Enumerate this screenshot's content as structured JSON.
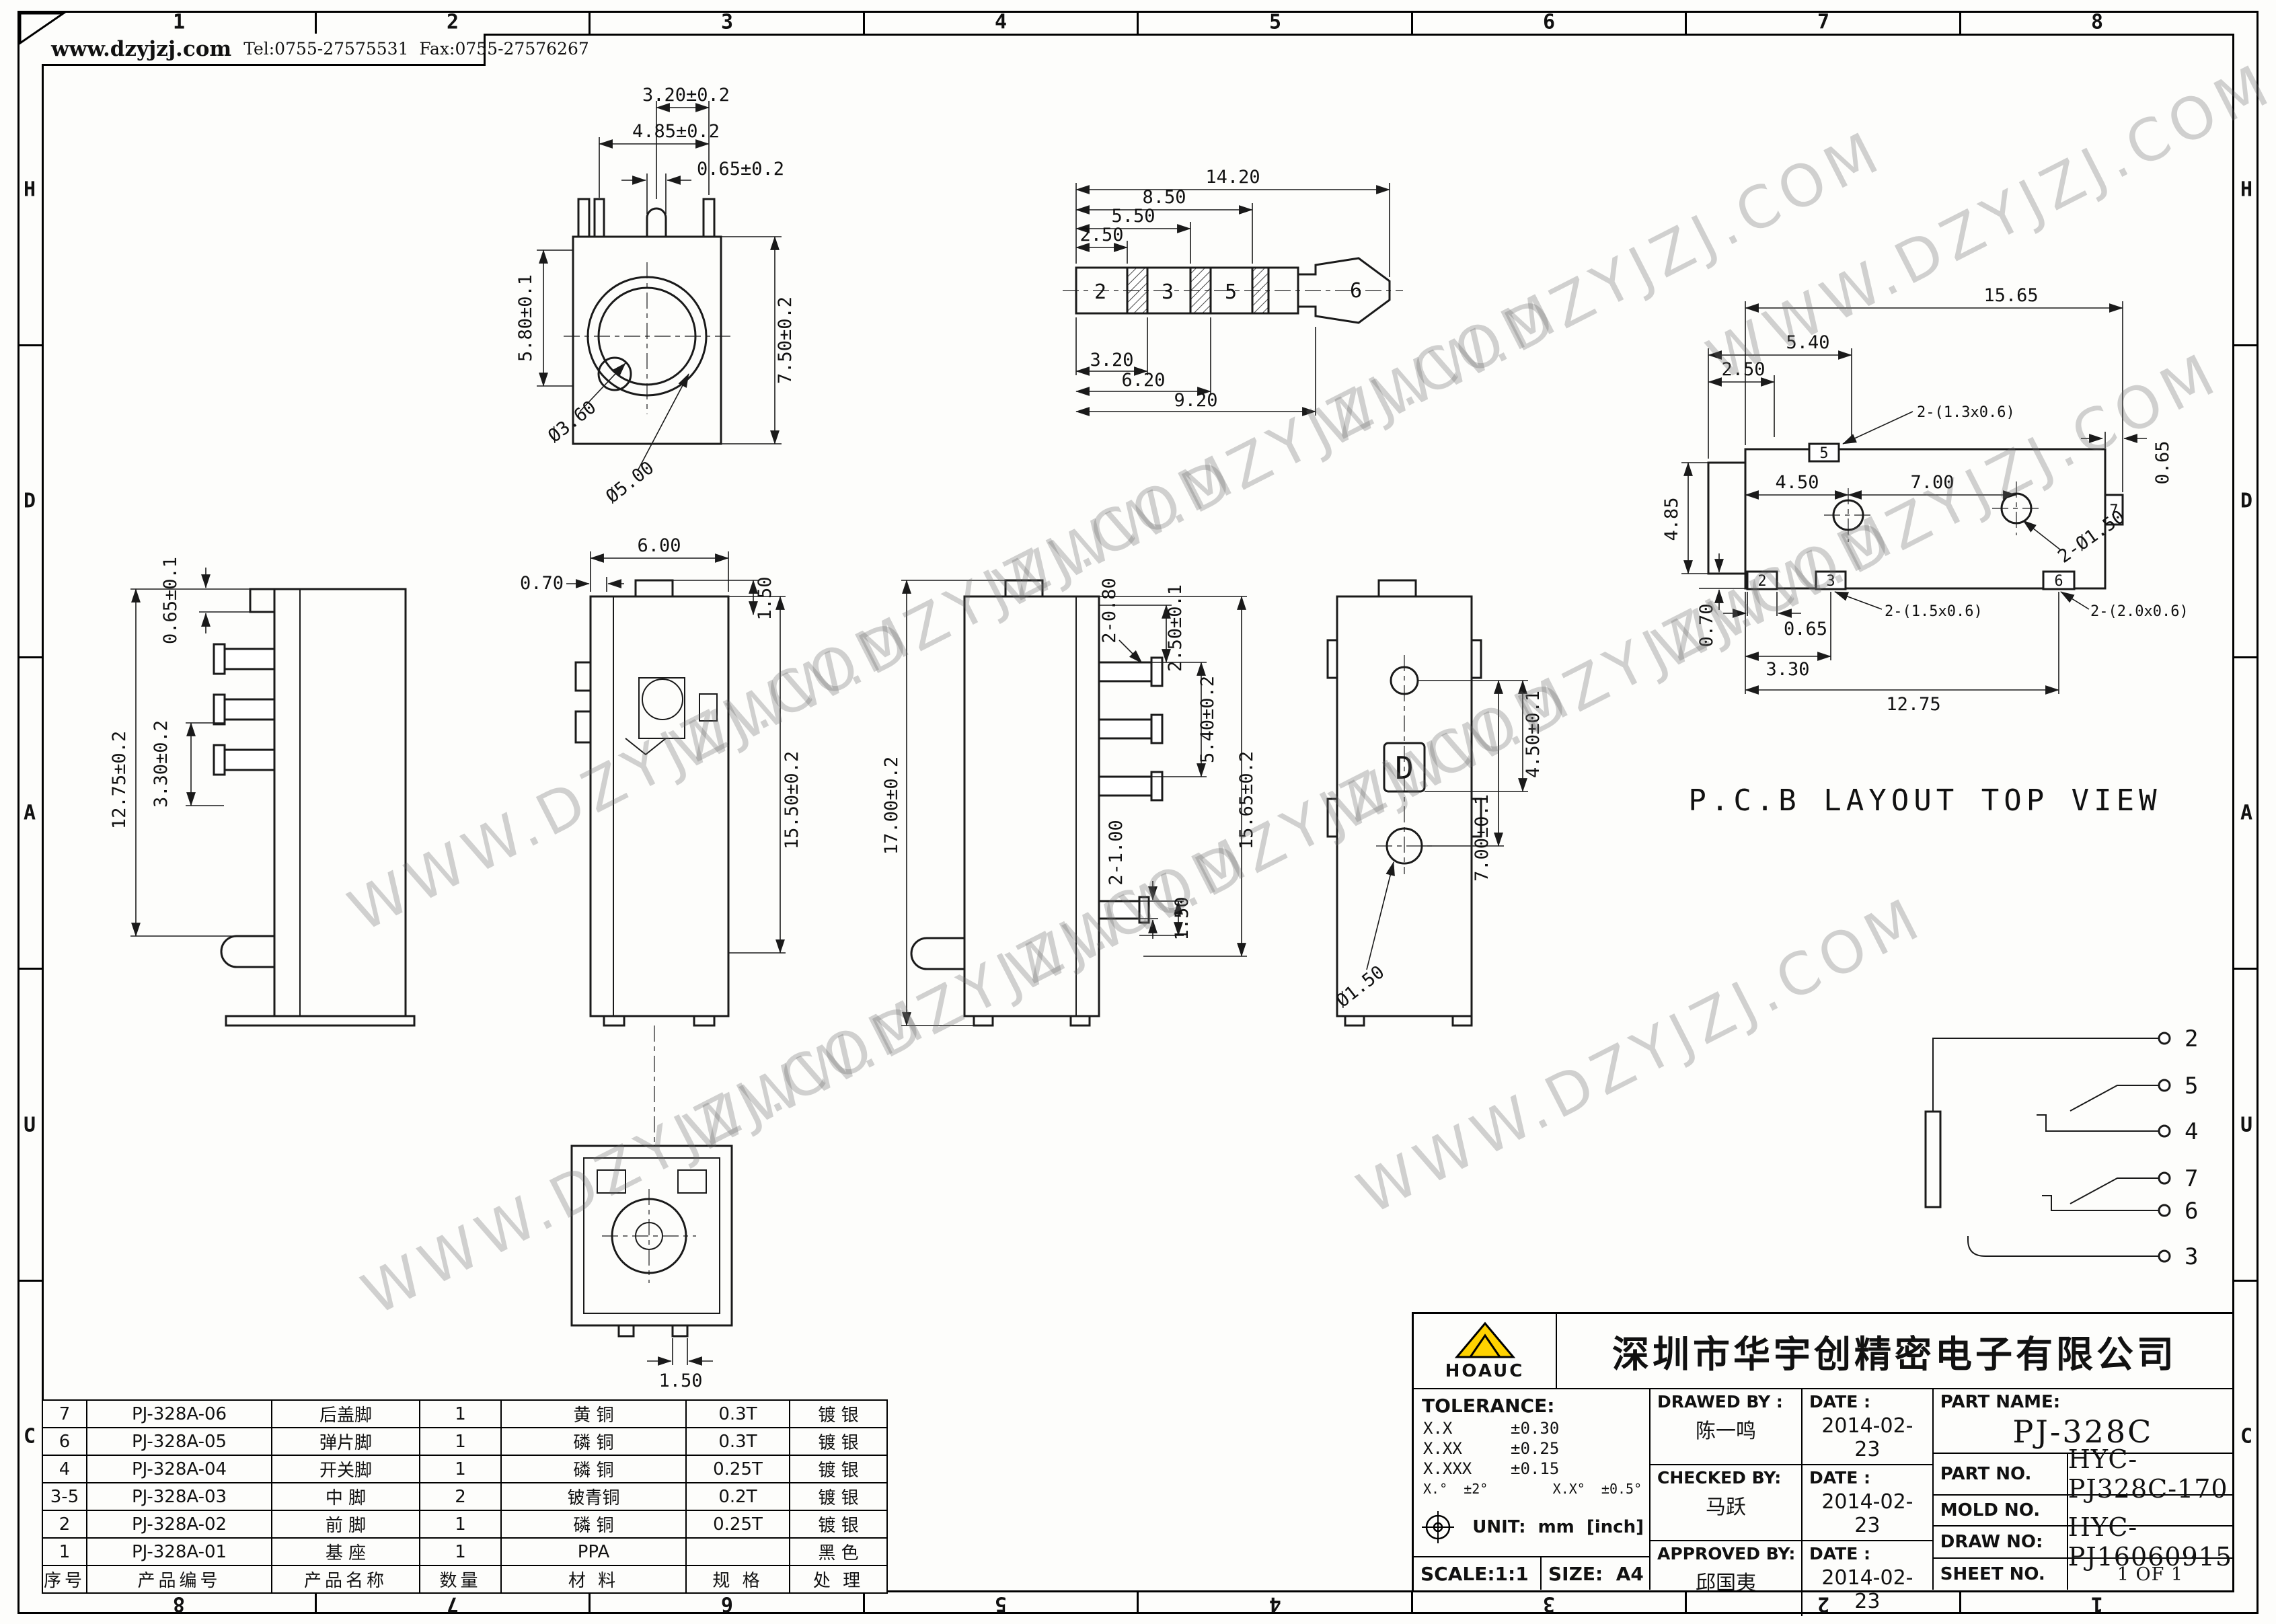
{
  "header": {
    "site": "www.dzyjzj.com",
    "contact": "Tel:0755-27575531  Fax:0755-27576267"
  },
  "frame": {
    "cols": [
      "1",
      "2",
      "3",
      "4",
      "5",
      "6",
      "7",
      "8"
    ],
    "cols_rev": [
      "8",
      "7",
      "6",
      "5",
      "4",
      "3",
      "2",
      "1"
    ],
    "rows": [
      "H",
      "D",
      "A",
      "U",
      "C"
    ]
  },
  "watermark": {
    "text": "WWW.DZYJZJ.COM"
  },
  "colors": {
    "line": "#1a1a1a",
    "logo_triangle": "#ffd200"
  },
  "views": {
    "front": {
      "dims": {
        "w320": "3.20±0.2",
        "w485": "4.85±0.2",
        "w065": "0.65±0.2",
        "h750": "7.50±0.2",
        "h580": "5.80±0.1",
        "d360": "Ø3.60",
        "d500": "Ø5.00"
      }
    },
    "plug": {
      "pins": [
        "2",
        "3",
        "5",
        "6"
      ],
      "dims": {
        "t1420": "14.20",
        "t850": "8.50",
        "t550": "5.50",
        "t250": "2.50",
        "b320": "3.20",
        "b620": "6.20",
        "b920": "9.20"
      }
    },
    "pcb": {
      "title": "P.C.B LAYOUT TOP VIEW",
      "pads": [
        "5",
        "7",
        "2",
        "3",
        "6"
      ],
      "dims": {
        "w1565": "15.65",
        "w540": "5.40",
        "w250": "2.50",
        "s13": "2-(1.3x0.6)",
        "w450": "4.50",
        "w700": "7.00",
        "r065": "0.65",
        "h485": "4.85",
        "holes": "2-Ø1.50",
        "h070": "0.70",
        "b065": "0.65",
        "b330": "3.30",
        "b1275": "12.75",
        "s15": "2-(1.5x0.6)",
        "s20": "2-(2.0x0.6)"
      }
    },
    "side_left": {
      "dims": {
        "d065": "0.65±0.1",
        "d330": "3.30±0.2",
        "d1275": "12.75±0.2"
      }
    },
    "section": {
      "dims": {
        "w600": "6.00",
        "w070": "0.70",
        "h150": "1.50",
        "h1550": "15.50±0.2"
      }
    },
    "side_right": {
      "dims": {
        "h1700": "17.00±0.2",
        "d080": "2-0.80",
        "d250": "2.50±0.1",
        "d540": "5.40±0.2",
        "d100": "2-1.00",
        "d150": "1.50",
        "h1565": "15.65±0.2"
      }
    },
    "back": {
      "mark": "D",
      "dims": {
        "d450": "4.50±0.1",
        "d700": "7.00±0.1",
        "d150": "Ø1.50"
      }
    },
    "bottom": {
      "dims": {
        "d150": "1.50"
      }
    },
    "schematic": {
      "pins": [
        "2",
        "5",
        "4",
        "7",
        "6",
        "3"
      ]
    }
  },
  "parts_table": {
    "headers": [
      "序号",
      "产品编号",
      "产品名称",
      "数量",
      "材 料",
      "规 格",
      "处 理"
    ],
    "rows": [
      [
        "7",
        "PJ-328A-06",
        "后盖脚",
        "1",
        "黄 铜",
        "0.3T",
        "镀 银"
      ],
      [
        "6",
        "PJ-328A-05",
        "弹片脚",
        "1",
        "磷 铜",
        "0.3T",
        "镀 银"
      ],
      [
        "4",
        "PJ-328A-04",
        "开关脚",
        "1",
        "磷 铜",
        "0.25T",
        "镀 银"
      ],
      [
        "3-5",
        "PJ-328A-03",
        "中  脚",
        "2",
        "铍青铜",
        "0.2T",
        "镀 银"
      ],
      [
        "2",
        "PJ-328A-02",
        "前  脚",
        "1",
        "磷 铜",
        "0.25T",
        "镀 银"
      ],
      [
        "1",
        "PJ-328A-01",
        "基  座",
        "1",
        "PPA",
        "",
        "黑 色"
      ]
    ]
  },
  "title_block": {
    "company": "深圳市华宇创精密电子有限公司",
    "logo": "HOAUC",
    "tolerance": {
      "label": "TOLERANCE:",
      "l1": "X.X      ±0.30",
      "l2": "X.XX     ±0.25",
      "l3": "X.XXX    ±0.15",
      "angles": "X.°  ±2°        X.X°  ±0.5°",
      "unit": "UNIT:  mm  [inch]",
      "scale": "SCALE:1:1",
      "size": "SIZE:  A4"
    },
    "sign": {
      "drawed_label": "DRAWED BY :",
      "checked_label": "CHECKED BY:",
      "approved_label": "APPROVED BY:",
      "date_label": "DATE :",
      "drawed": "陈一鸣",
      "checked": "马跃",
      "approved": "邱国夷",
      "date1": "2014-02-23",
      "date2": "2014-02-23",
      "date3": "2014-02-23"
    },
    "part": {
      "name_label": "PART NAME:",
      "name": "PJ-328C",
      "no_label": "PART NO.",
      "no": "HYC-PJ328C-170",
      "mold_label": "MOLD NO.",
      "draw_label": "DRAW NO:",
      "draw": "HYC-PJ16060915",
      "sheet_label": "SHEET NO.",
      "sheet": "1 OF 1"
    }
  }
}
